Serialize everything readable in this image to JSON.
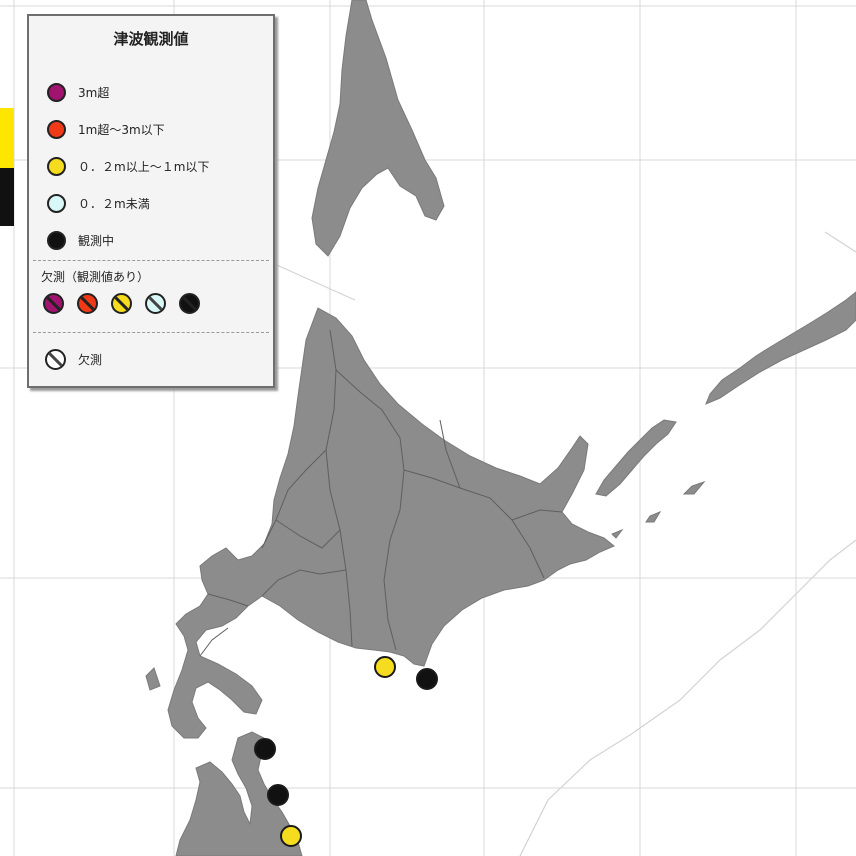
{
  "legend": {
    "title": "津波観測値",
    "items": [
      {
        "label": "3m超",
        "color": "#a0136e"
      },
      {
        "label": "1m超～3m以下",
        "color": "#f03a17"
      },
      {
        "label": "０．２m以上～１m以下",
        "color": "#f5dc1e"
      },
      {
        "label": "０．２m未満",
        "color": "#d8f8f8"
      },
      {
        "label": "観測中",
        "color": "#111111"
      }
    ],
    "missing_with_value_title": "欠測（観測値あり）",
    "missing_with_value_markers": [
      "#a0136e",
      "#f03a17",
      "#f5dc1e",
      "#d8f8f8",
      "#111111"
    ],
    "missing_label": "欠測"
  },
  "stations": [
    {
      "category": "0.2m以上～1m以下",
      "color": "#f5dc1e",
      "location": "日高地方南岸"
    },
    {
      "category": "観測中",
      "color": "#111111",
      "location": "襟裳岬付近"
    },
    {
      "category": "観測中",
      "color": "#111111",
      "location": "下北半島北岸"
    },
    {
      "category": "観測中",
      "color": "#111111",
      "location": "下北半島東岸"
    },
    {
      "category": "0.2m以上～1m以下",
      "color": "#f5dc1e",
      "location": "青森県太平洋沿岸"
    }
  ],
  "colors": {
    "land": "#8c8c8c",
    "sea": "#ffffff",
    "grid": "#d9d9d9",
    "edge_box_yellow": "#ffe600",
    "edge_box_black": "#111111"
  }
}
